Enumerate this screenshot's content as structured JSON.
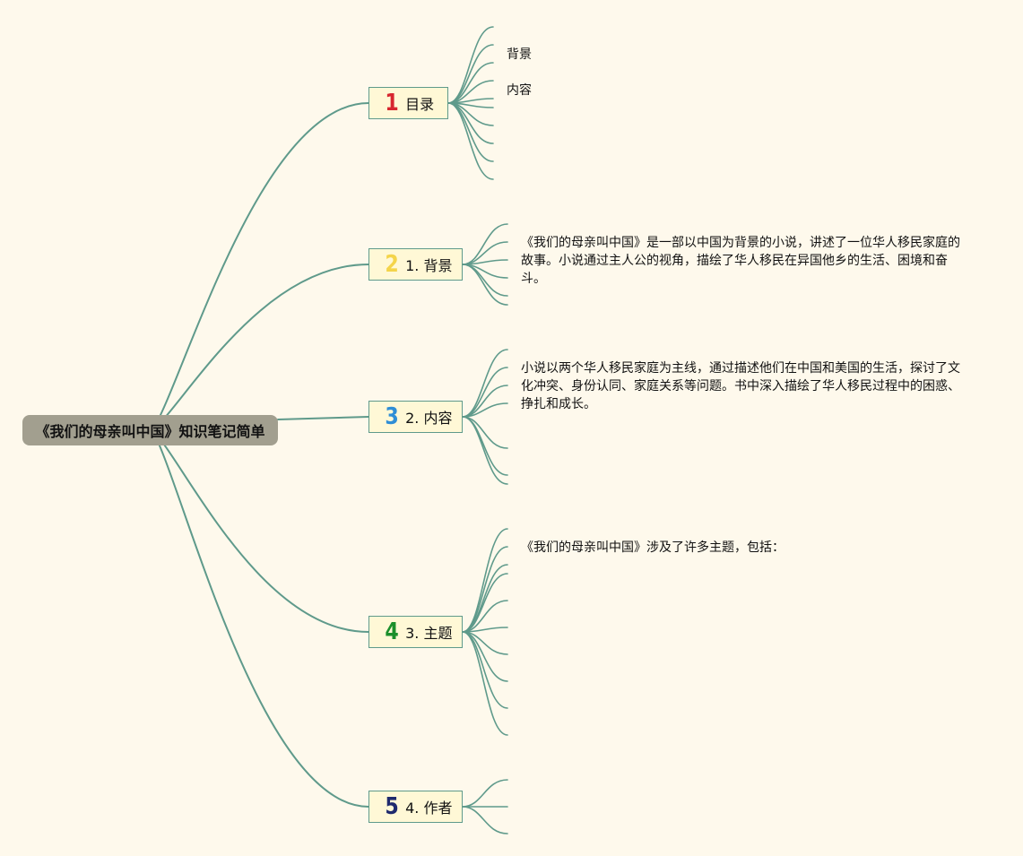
{
  "root": {
    "label": "《我们的母亲叫中国》知识笔记简单"
  },
  "branches": [
    {
      "number": "1",
      "number_color": "#d7262f",
      "label": "目录"
    },
    {
      "number": "2",
      "number_color": "#f4d44a",
      "label": "1. 背景"
    },
    {
      "number": "3",
      "number_color": "#2f8ed6",
      "label": "2. 内容"
    },
    {
      "number": "4",
      "number_color": "#1b8f2b",
      "label": "3. 主题"
    },
    {
      "number": "5",
      "number_color": "#1f2a6e",
      "label": "4. 作者"
    }
  ],
  "toc_items": [
    "背景",
    "内容"
  ],
  "background_text": "《我们的母亲叫中国》是一部以中国为背景的小说，讲述了一位华人移民家庭的故事。小说通过主人公的视角，描绘了华人移民在异国他乡的生活、困境和奋斗。",
  "content_text": "小说以两个华人移民家庭为主线，通过描述他们在中国和美国的生活，探讨了文化冲突、身份认同、家庭关系等问题。书中深入描绘了华人移民过程中的困惑、挣扎和成长。",
  "theme_text": "《我们的母亲叫中国》涉及了许多主题，包括：",
  "colors": {
    "background": "#fef9ec",
    "connector": "#5f9a8b",
    "root_fill": "#a29f8f",
    "branch_fill": "#fff8d6"
  }
}
